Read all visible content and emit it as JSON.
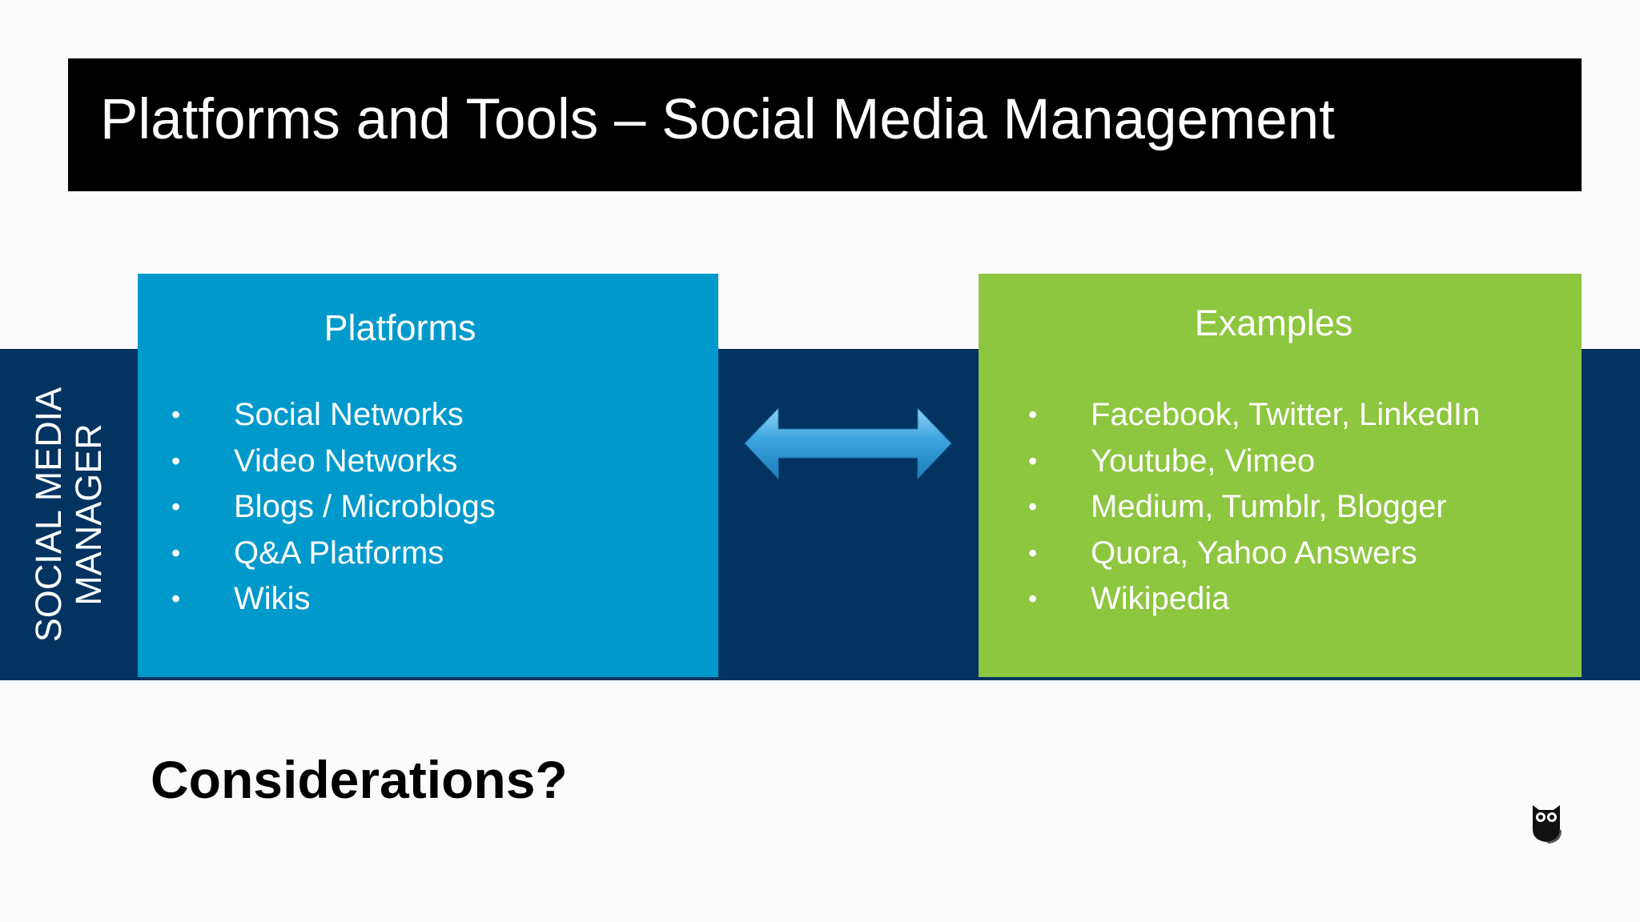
{
  "slide": {
    "title": "Platforms and Tools – Social Media Management",
    "side_label_line1": "SOCIAL MEDIA",
    "side_label_line2": "MANAGER",
    "considerations": "Considerations?"
  },
  "platforms": {
    "heading": "Platforms",
    "items": [
      "Social Networks",
      "Video Networks",
      "Blogs / Microblogs",
      "Q&A Platforms",
      "Wikis"
    ]
  },
  "examples": {
    "heading": "Examples",
    "items": [
      "Facebook, Twitter, LinkedIn",
      "Youtube, Vimeo",
      "Medium, Tumblr, Blogger",
      "Quora, Yahoo Answers",
      "Wikipedia"
    ]
  },
  "bullet_char": "•",
  "icons": {
    "arrow": "double-headed-arrow-icon",
    "logo": "owl-logo-icon"
  },
  "colors": {
    "title_bar": "#000000",
    "band": "#023361",
    "platforms_box": "#0099cc",
    "examples_box": "#8dc63f",
    "arrow": "#3aa3dd"
  }
}
